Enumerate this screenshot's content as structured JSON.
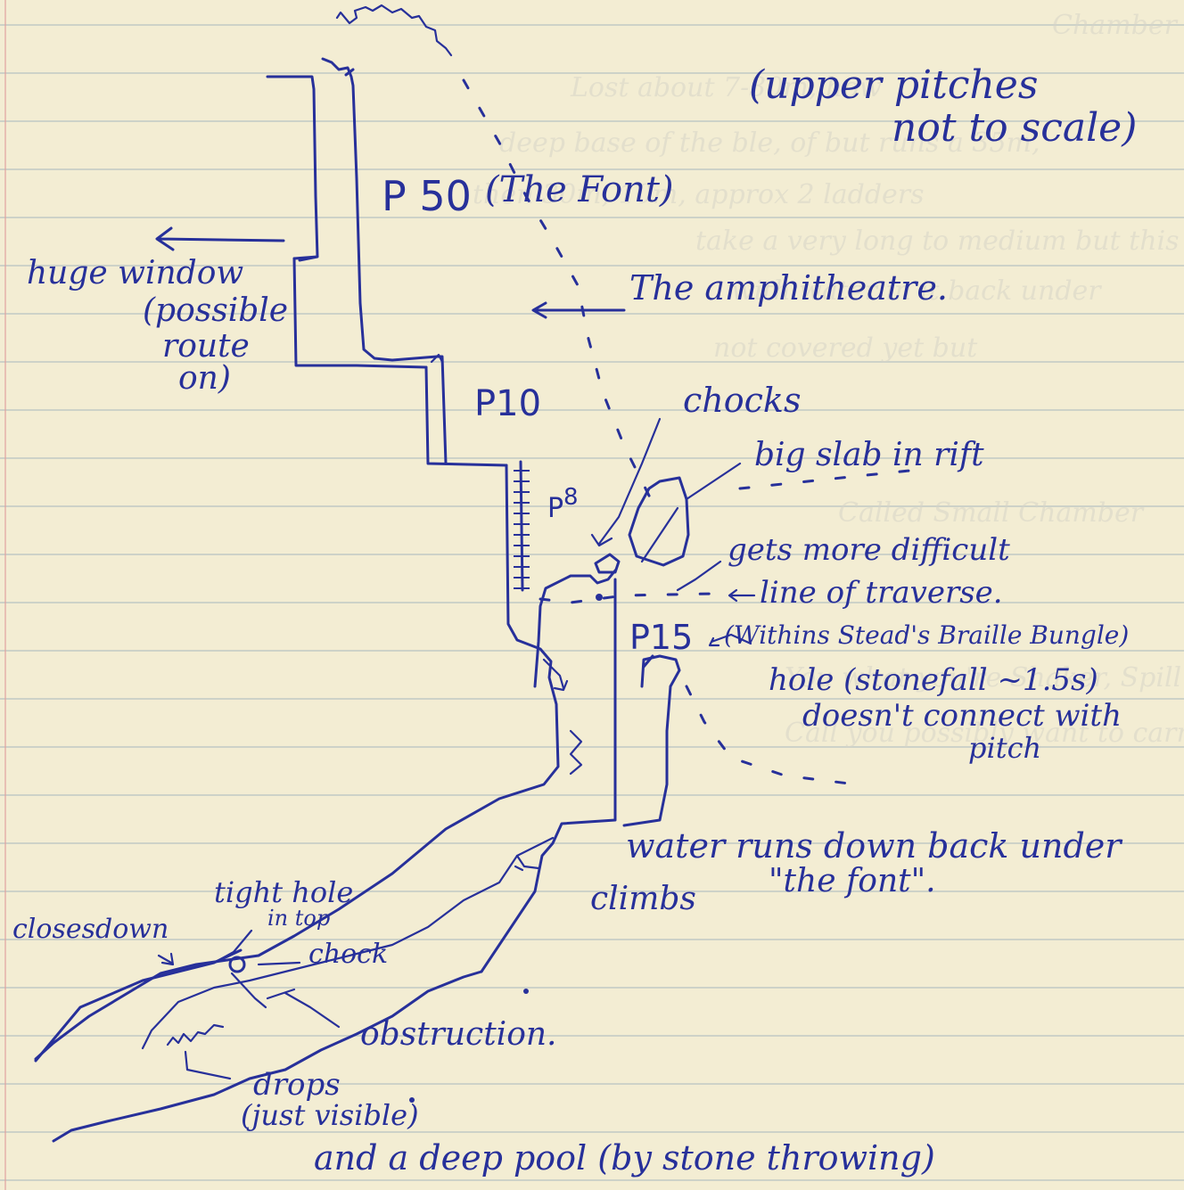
{
  "labels": {
    "upper_pitches": "(upper pitches",
    "not_to_scale": "not to scale)",
    "p50": "P 50",
    "the_font": "(The Font)",
    "huge_window_1": "huge window",
    "huge_window_2": "(possible",
    "huge_window_3": "route",
    "huge_window_4": "on)",
    "amphitheatre": "The amphitheatre.",
    "p10": "P10",
    "chocks": "chocks",
    "big_slab": "big slab in rift",
    "p8": "8",
    "p8_prefix": "P",
    "gets_more_difficult": "gets more difficult",
    "line_of_traverse": "line of traverse.",
    "p15": "P15",
    "steads": "(Withins Stead's Braille Bungle)",
    "hole": "hole (stonefall ~1.5s)",
    "doesnt_connect_1": "doesn't connect with",
    "doesnt_connect_2": "pitch",
    "water_runs_1": "water runs down back under",
    "water_runs_2": "\"the font\".",
    "climbs": "climbs",
    "tight_hole_1": "tight hole",
    "tight_hole_2": "in top",
    "closes_down": "closesdown",
    "chock": "chock",
    "obstruction": "obstruction.",
    "drops_1": "drops",
    "drops_2": "(just visible)",
    "deep_pool": "and a deep pool (by stone throwing)"
  },
  "bleed_text": {
    "line1": "Chamber pot.",
    "line2": "Lost about 7-30m, how",
    "line3": "deep base of the ble, of but runs a 35m,",
    "line4": "then 30m, 10m, approx 2 ladders",
    "line5": "take a very long to medium but this",
    "line6": "with water in it back under",
    "line7": "not covered yet but",
    "line8": "Called Small Chamber",
    "line9": "You what you're Shaker, Spill",
    "line10": "Call you possibly want to carry"
  },
  "colors": {
    "paper": "#f3edd3",
    "ink": "#27309a",
    "rule_line": "#cdd2c8",
    "margin_line": "#e2a3a0"
  }
}
